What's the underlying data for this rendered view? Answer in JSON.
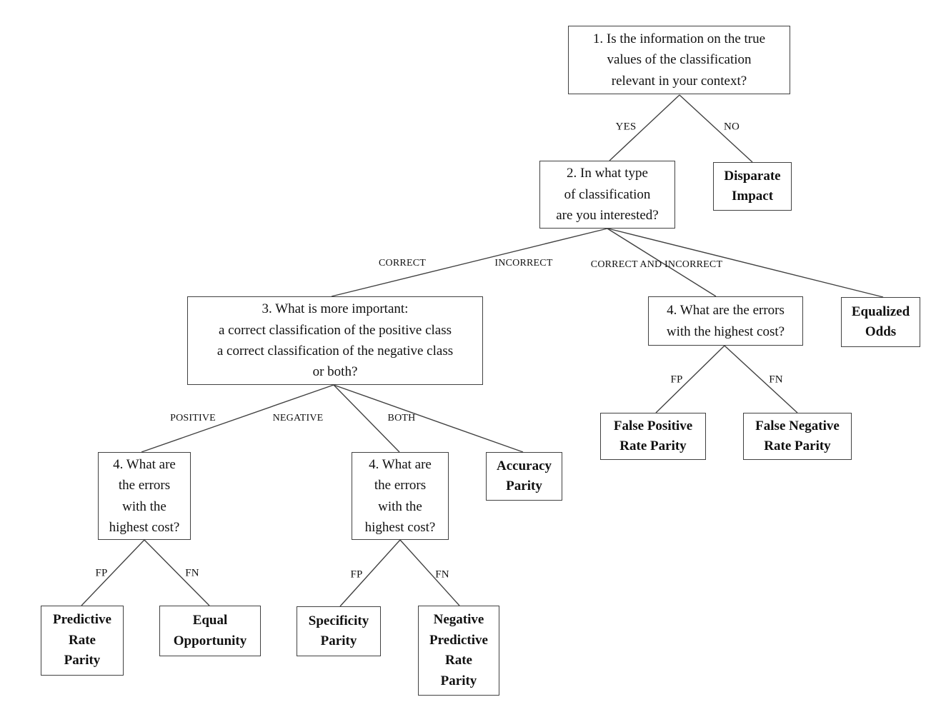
{
  "colors": {
    "background": "#ffffff",
    "box_border": "#414141",
    "connector_line": "#414141",
    "text": "#111111"
  },
  "nodes": {
    "q1": {
      "text": "1. Is the information on the true\nvalues of the classification\nrelevant in your context?"
    },
    "q2": {
      "text": "2. In what type\nof classification\nare you interested?"
    },
    "q3": {
      "text": "3. What is more important:\na correct classification of the positive class\na correct classification of the negative class\nor both?"
    },
    "q4_left": {
      "text": "4. What are\nthe errors\nwith the\nhighest cost?"
    },
    "q4_mid": {
      "text": "4. What are\nthe errors\nwith the\nhighest cost?"
    },
    "q4_right": {
      "text": "4. What are the errors\nwith the highest cost?"
    },
    "disparate_impact": {
      "text": "Disparate\nImpact"
    },
    "equalized_odds": {
      "text": "Equalized\nOdds"
    },
    "accuracy_parity": {
      "text": "Accuracy\nParity"
    },
    "false_positive_rate_parity": {
      "text": "False Positive\nRate Parity"
    },
    "false_negative_rate_parity": {
      "text": "False Negative\nRate Parity"
    },
    "predictive_rate_parity": {
      "text": "Predictive\nRate\nParity"
    },
    "equal_opportunity": {
      "text": "Equal\nOpportunity"
    },
    "specificity_parity": {
      "text": "Specificity\nParity"
    },
    "negative_predictive_rate_parity": {
      "text": "Negative\nPredictive\nRate\nParity"
    }
  },
  "edges": [
    {
      "from": "q1",
      "to": "q2",
      "label": "YES"
    },
    {
      "from": "q1",
      "to": "disparate_impact",
      "label": "NO"
    },
    {
      "from": "q2",
      "to": "q3",
      "label": "CORRECT"
    },
    {
      "from": "q2",
      "to": "q4_right",
      "label": "INCORRECT"
    },
    {
      "from": "q2",
      "to": "equalized_odds",
      "label": "CORRECT AND INCORRECT"
    },
    {
      "from": "q3",
      "to": "q4_left",
      "label": "POSITIVE"
    },
    {
      "from": "q3",
      "to": "q4_mid",
      "label": "NEGATIVE"
    },
    {
      "from": "q3",
      "to": "accuracy_parity",
      "label": "BOTH"
    },
    {
      "from": "q4_right",
      "to": "false_positive_rate_parity",
      "label": "FP"
    },
    {
      "from": "q4_right",
      "to": "false_negative_rate_parity",
      "label": "FN"
    },
    {
      "from": "q4_left",
      "to": "predictive_rate_parity",
      "label": "FP"
    },
    {
      "from": "q4_left",
      "to": "equal_opportunity",
      "label": "FN"
    },
    {
      "from": "q4_mid",
      "to": "specificity_parity",
      "label": "FP"
    },
    {
      "from": "q4_mid",
      "to": "negative_predictive_rate_parity",
      "label": "FN"
    }
  ]
}
